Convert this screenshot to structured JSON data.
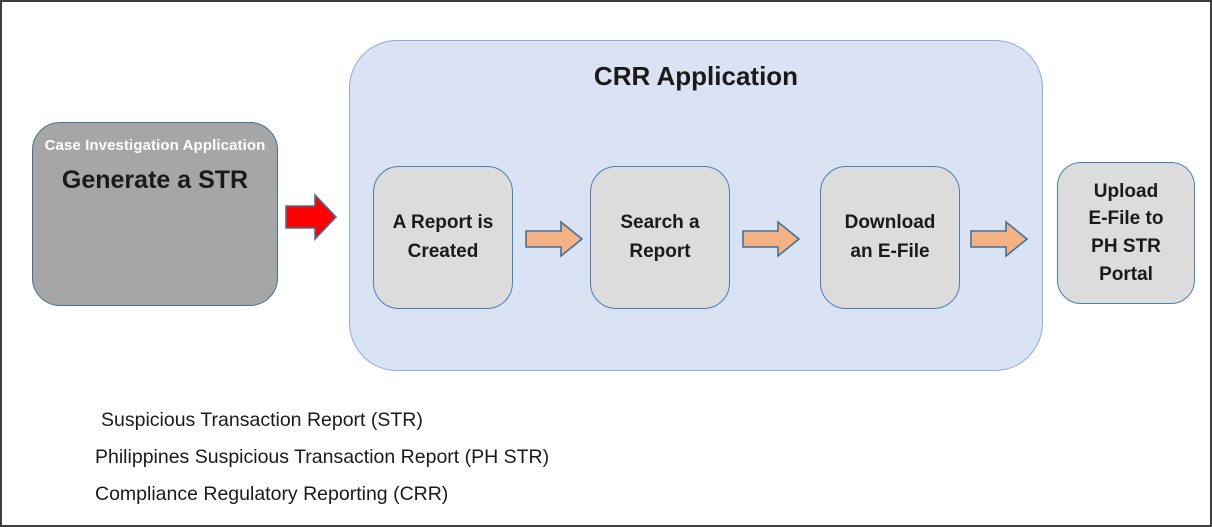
{
  "colors": {
    "frame_border": "#3e3e3e",
    "source_fill": "#a6a6a6",
    "shape_border": "#41719c",
    "container_fill": "#dae3f3",
    "container_border": "#8faadc",
    "step_fill": "#dcdcdc",
    "step_border": "#4a7ebb",
    "arrow_red_fill": "#fe0000",
    "arrow_orange_fill": "#f4b183",
    "arrow_orange_border": "#41719c",
    "text_dark": "#1a1a1a",
    "text_white": "#ffffff"
  },
  "source_box": {
    "app_label": "Case Investigation Application",
    "step_label": "Generate a STR"
  },
  "crr": {
    "title": "CRR Application",
    "steps": [
      {
        "lines": [
          "A Report is",
          "Created"
        ]
      },
      {
        "lines": [
          "Search a",
          "Report"
        ]
      },
      {
        "lines": [
          "Download",
          "an E-File"
        ]
      }
    ]
  },
  "upload_box": {
    "lines": [
      "Upload",
      "E-File to",
      "PH STR",
      "Portal"
    ]
  },
  "footnotes": [
    "Suspicious Transaction Report (STR)",
    "Philippines Suspicious Transaction Report (PH STR)",
    "Compliance Regulatory Reporting (CRR)"
  ]
}
